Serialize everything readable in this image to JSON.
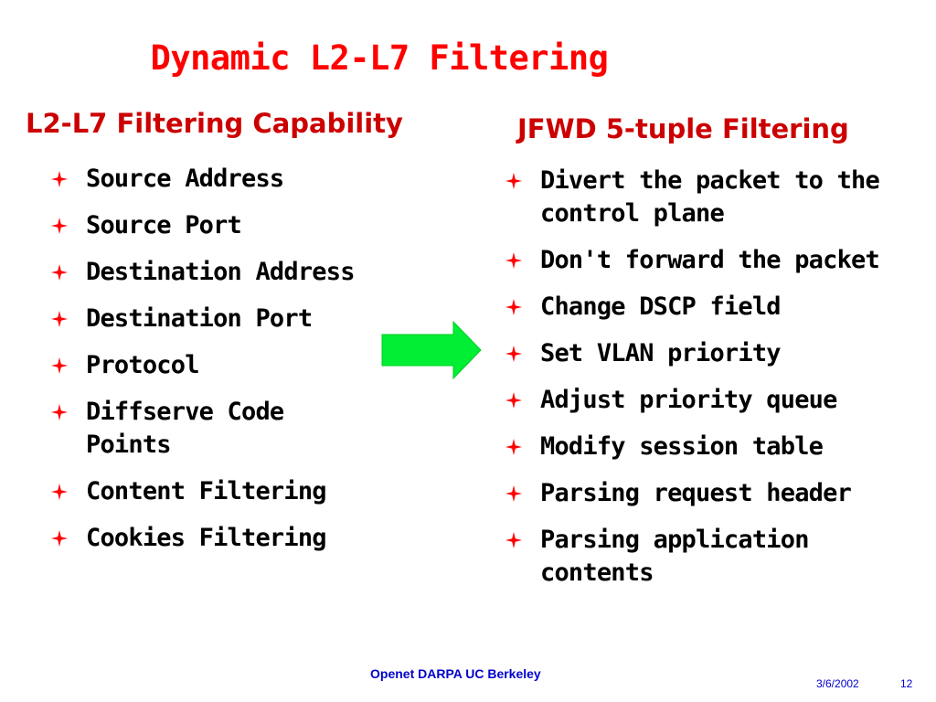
{
  "slide": {
    "title": "Dynamic L2-L7 Filtering",
    "bullet_color": "#ff0000",
    "arrow_color": "#00ee33"
  },
  "left_column": {
    "heading": "L2-L7 Filtering Capability",
    "items": [
      "Source Address",
      "Source Port",
      "Destination Address",
      "Destination Port",
      "Protocol",
      "Diffserve Code Points",
      "Content Filtering",
      "Cookies Filtering"
    ]
  },
  "right_column": {
    "heading": "JFWD 5-tuple Filtering",
    "items": [
      "Divert the packet to the control plane",
      "Don't forward the packet",
      "Change DSCP field",
      "Set VLAN priority",
      "Adjust priority queue",
      "Modify session table",
      "Parsing request header",
      "Parsing application contents"
    ]
  },
  "footer": {
    "center": "Openet DARPA UC Berkeley",
    "date": "3/6/2002",
    "page": "12"
  }
}
